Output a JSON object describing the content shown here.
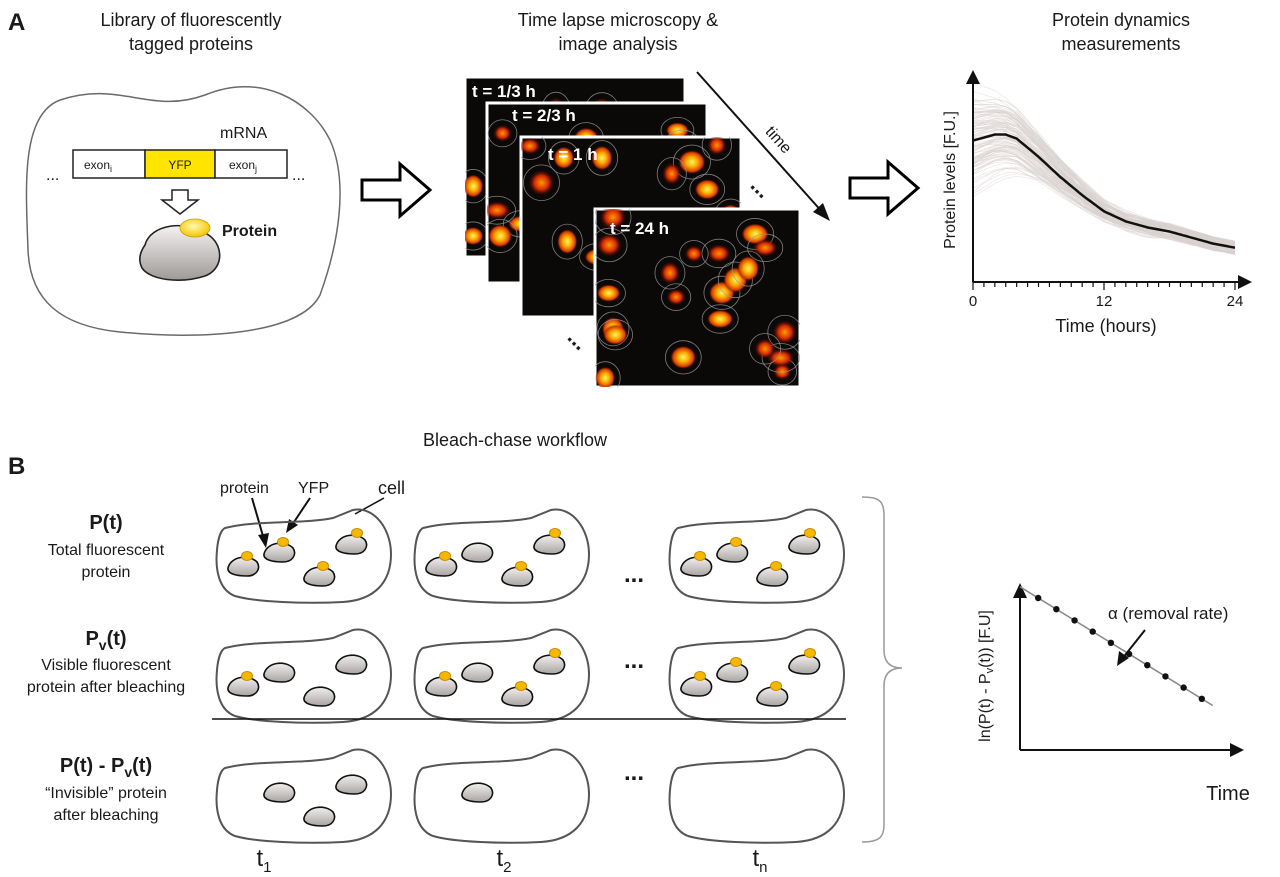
{
  "panel_a": {
    "label": "A",
    "library": {
      "title_line1": "Library of fluorescently",
      "title_line2": "tagged proteins",
      "mrna_label": "mRNA",
      "exon_i": "exon",
      "exon_i_sub": "i",
      "yfp": "YFP",
      "exon_j": "exon",
      "exon_j_sub": "j",
      "dots": "...",
      "protein_label": "Protein"
    },
    "microscopy": {
      "title_line1": "Time lapse microscopy &",
      "title_line2": "image analysis",
      "frames": [
        "t = 1/3 h",
        "t = 2/3 h",
        "t = 1 h",
        "t = 24 h"
      ],
      "time_label": "time"
    },
    "dynamics": {
      "title_line1": "Protein dynamics",
      "title_line2": "measurements"
    }
  },
  "panel_b": {
    "label": "B",
    "title": "Bleach-chase workflow",
    "row1": {
      "name": "P(t)",
      "desc1": "Total fluorescent",
      "desc2": "protein"
    },
    "row2": {
      "name": "P",
      "name_sub": "v",
      "name_tail": "(t)",
      "desc1": "Visible fluorescent",
      "desc2": "protein after bleaching"
    },
    "row3": {
      "name": "P(t) - P",
      "name_sub": "v",
      "name_tail": "(t)",
      "desc1": "“Invisible” protein",
      "desc2": "after bleaching"
    },
    "annot_protein": "protein",
    "annot_yfp": "YFP",
    "annot_cell": "cell",
    "ellipsis": "...",
    "times": [
      {
        "t": "t",
        "sub": "1"
      },
      {
        "t": "t",
        "sub": "2"
      },
      {
        "t": "t",
        "sub": "n"
      }
    ],
    "removal_rate": "α (removal rate)"
  },
  "chart_data": [
    {
      "type": "line",
      "ylabel": "Protein  levels [F.U.]",
      "xlabel": "Time (hours)",
      "xlim": [
        0,
        24
      ],
      "xticks": [
        "0",
        "12",
        "24"
      ],
      "series": [
        {
          "x": [
            0,
            2,
            3,
            4,
            6,
            8,
            10,
            12,
            14,
            16,
            18,
            20,
            22,
            24
          ],
          "values": [
            0.7,
            0.73,
            0.73,
            0.71,
            0.62,
            0.52,
            0.43,
            0.35,
            0.3,
            0.27,
            0.25,
            0.22,
            0.19,
            0.17
          ]
        }
      ],
      "background_traces": 120,
      "trace_color": "#d8d2d0",
      "mean_color": "#111111"
    },
    {
      "type": "scatter",
      "ylabel": "ln(P(t) - Pv(t))  [F.U]",
      "xlabel": "Time",
      "x": [
        1,
        2,
        3,
        4,
        5,
        6,
        7,
        8,
        9,
        10
      ],
      "values": [
        0.95,
        0.88,
        0.81,
        0.74,
        0.67,
        0.6,
        0.53,
        0.46,
        0.39,
        0.32
      ],
      "fit_line": true
    }
  ],
  "colors": {
    "yfp_yellow": "#ffe400",
    "yfp_dot": "#f5b800",
    "cell_outline": "#555555",
    "microscopy_bg": "#0b0808"
  }
}
